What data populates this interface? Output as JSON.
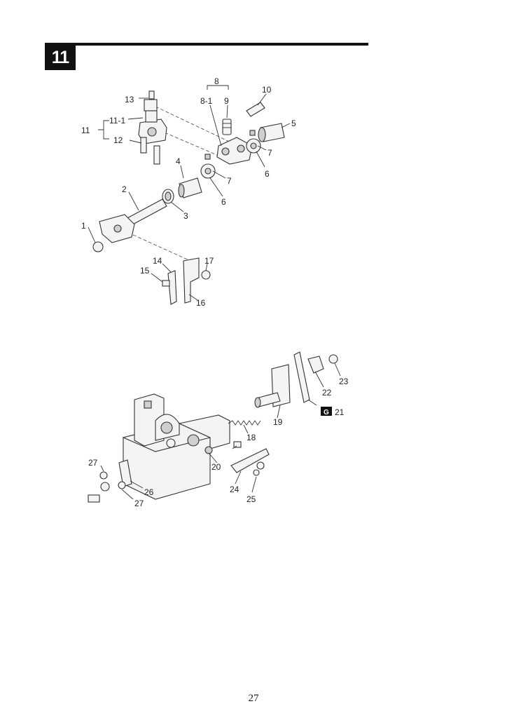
{
  "section": {
    "number": "11"
  },
  "page": {
    "number": "27"
  },
  "upper_callouts": [
    {
      "id": "c13",
      "text": "13"
    },
    {
      "id": "c11-1",
      "text": "11-1"
    },
    {
      "id": "c11",
      "text": "11"
    },
    {
      "id": "c12",
      "text": "12"
    },
    {
      "id": "c8",
      "text": "8"
    },
    {
      "id": "c8-1",
      "text": "8-1"
    },
    {
      "id": "c9",
      "text": "9"
    },
    {
      "id": "c10",
      "text": "10"
    },
    {
      "id": "c5",
      "text": "5"
    },
    {
      "id": "c7a",
      "text": "7"
    },
    {
      "id": "c6a",
      "text": "6"
    },
    {
      "id": "c4",
      "text": "4"
    },
    {
      "id": "c7b",
      "text": "7"
    },
    {
      "id": "c6b",
      "text": "6"
    },
    {
      "id": "c2",
      "text": "2"
    },
    {
      "id": "c3",
      "text": "3"
    },
    {
      "id": "c1",
      "text": "1"
    },
    {
      "id": "c14",
      "text": "14"
    },
    {
      "id": "c17",
      "text": "17"
    },
    {
      "id": "c15",
      "text": "15"
    },
    {
      "id": "c16",
      "text": "16"
    }
  ],
  "lower_callouts": [
    {
      "id": "c23",
      "text": "23"
    },
    {
      "id": "c22",
      "text": "22"
    },
    {
      "id": "c21",
      "text": "21"
    },
    {
      "id": "c19",
      "text": "19"
    },
    {
      "id": "c18",
      "text": "18"
    },
    {
      "id": "c20",
      "text": "20"
    },
    {
      "id": "c27a",
      "text": "27"
    },
    {
      "id": "c24",
      "text": "24"
    },
    {
      "id": "c25",
      "text": "25"
    },
    {
      "id": "c26",
      "text": "26"
    },
    {
      "id": "c27b",
      "text": "27"
    }
  ],
  "badge_21": {
    "symbol": "G"
  }
}
